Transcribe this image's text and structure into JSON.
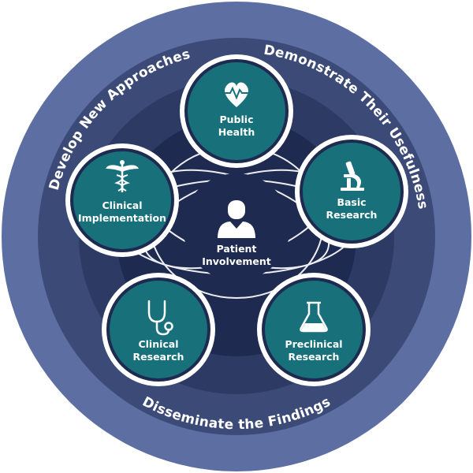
{
  "outer_ring": {
    "top_left": "Develop New Approaches",
    "top_right": "Demonstrate Their Usefulness",
    "bottom": "Disseminate the Findings"
  },
  "center": {
    "line1": "Patient",
    "line2": "Involvement",
    "icon": "person-icon"
  },
  "nodes": [
    {
      "line1": "Public",
      "line2": "Health",
      "icon": "heart-pulse-icon"
    },
    {
      "line1": "Basic",
      "line2": "Research",
      "icon": "microscope-icon"
    },
    {
      "line1": "Preclinical",
      "line2": "Research",
      "icon": "flask-icon"
    },
    {
      "line1": "Clinical",
      "line2": "Research",
      "icon": "stethoscope-icon"
    },
    {
      "line1": "Clinical",
      "line2": "Implementation",
      "icon": "caduceus-icon"
    }
  ],
  "colors": {
    "outer_ring": "#5d6fa2",
    "ring2": "#3c4a78",
    "ring3": "#2d3a64",
    "core": "#1f2a50",
    "node_fill": "#17707a",
    "node_border": "#ffffff"
  }
}
